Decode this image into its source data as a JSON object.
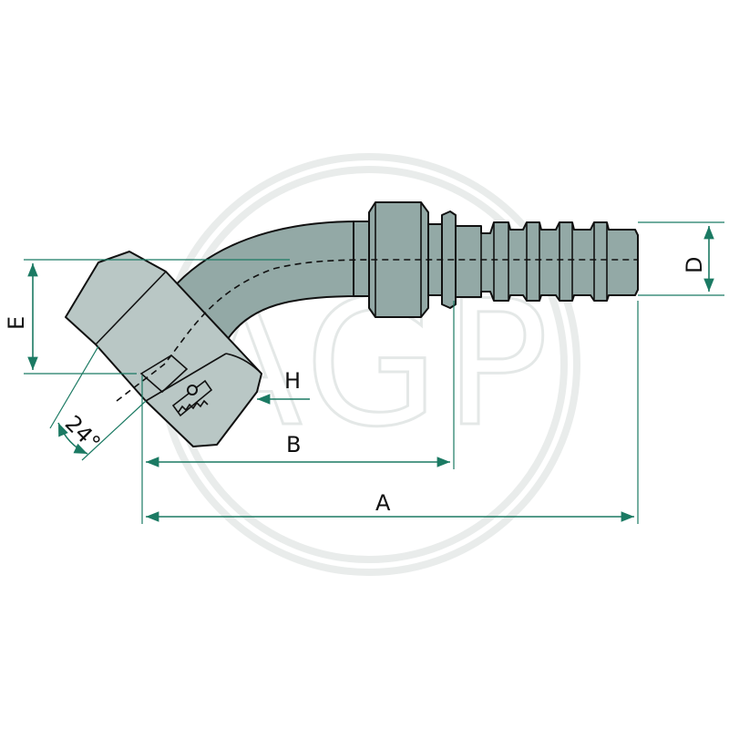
{
  "watermark": {
    "text": "AGP"
  },
  "dimensions": {
    "A": "A",
    "B": "B",
    "D": "D",
    "E": "E",
    "H": "H",
    "angle": "24°"
  },
  "colors": {
    "dimension_line": "#1b7a63",
    "fitting_body": "#93a9a6",
    "nut_face": "#b9c7c5"
  }
}
